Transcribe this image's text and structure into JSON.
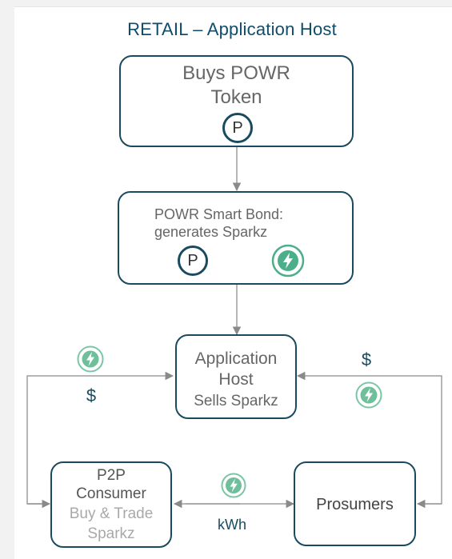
{
  "title": "RETAIL – Application Host",
  "nodes": {
    "buys": {
      "line1": "Buys POWR",
      "line2": "Token",
      "icon_label": "P"
    },
    "bond": {
      "line1": "POWR Smart Bond:",
      "line2": "generates Sparkz",
      "icon_label": "P"
    },
    "host": {
      "line1": "Application",
      "line2": "Host",
      "line3": "Sells Sparkz"
    },
    "consumer": {
      "line1": "P2P",
      "line2": "Consumer",
      "line3": "Buy & Trade",
      "line4": "Sparkz"
    },
    "prosumers": {
      "label": "Prosumers"
    }
  },
  "edge_labels": {
    "left_currency": "$",
    "right_currency": "$",
    "bottom_unit": "kWh"
  },
  "icons": {
    "token": "power-token-p-icon",
    "sparkz": "lightning-bolt-icon"
  },
  "colors": {
    "box_border": "#1a4a5e",
    "title": "#0e4d6b",
    "sparkz": "#4caf8a",
    "arrow": "#9e9e9e"
  }
}
